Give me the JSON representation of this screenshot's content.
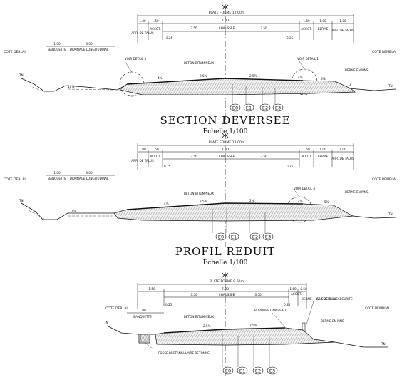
{
  "sections": [
    {
      "plateforme": "PLATE FORME 12.00m",
      "axis_value": "7.00",
      "side_left": "COTE DEBLAI",
      "side_right": "COTE REMBLAI",
      "dims_top": [
        "1.00",
        "1.50",
        "1.50",
        "1.00",
        "1.00"
      ],
      "dims_mid": [
        "3.50",
        "CHAUSSEE",
        "3.50"
      ],
      "zone_labels": [
        "ARR. DE TALUS",
        "ACCOT.",
        "ACCOT.",
        "BERME",
        "ARR. DE TALUS"
      ],
      "small_dims": [
        "0.25",
        "0.25"
      ],
      "ditch_dims": [
        "1.00",
        "3.00"
      ],
      "ditch_labels": [
        "BANQUETTE",
        "DRAINAGE LONGITUDINAL"
      ],
      "detail_left": "VOIR DETAIL 3",
      "detail_right": "VOIR DETAIL 1",
      "beton": "BETON BITUMINEUX",
      "berme_note": "BERME EN MNS",
      "slopes": [
        "4%",
        "2.5%",
        "2.5%",
        "4%",
        "5%",
        "10%",
        "3"
      ],
      "tn": "TN",
      "layers": [
        "E0",
        "E1",
        "E2",
        "E3"
      ],
      "title": "SECTION DEVERSEE",
      "scale": "Echelle 1/100"
    },
    {
      "plateforme": "PLATE FORME 12.00m",
      "axis_value": "7.00",
      "side_left": "COTE DEBLAI",
      "side_right": "COTE REMBLAI",
      "dims_top": [
        "1.00",
        "1.50",
        "1.50",
        "1.00",
        "1.00"
      ],
      "dims_mid": [
        "3.50",
        "CHAUSSEE",
        "3.50"
      ],
      "zone_labels": [
        "ARR. DE TALUS",
        "ACCOT.",
        "ACCOT.",
        "BERME",
        "ARR. DE TALUS"
      ],
      "small_dims": [
        "0.25",
        "0.25"
      ],
      "ditch_dims": [
        "1.00",
        "3.00"
      ],
      "ditch_labels": [
        "BANQUETTE",
        "DRAINAGE LONGITUDINAL"
      ],
      "detail_right": "VOIR DETAIL 4",
      "beton": "BETON BITUMINEUX",
      "berme_note": "BERME EN MNS",
      "slopes": [
        "4%",
        "2.5%",
        "2%",
        "4%",
        "5%",
        "10%"
      ],
      "tn": "TN",
      "layers": [
        "E0",
        "E1",
        "E2",
        "E3"
      ],
      "title": "PROFIL REDUIT",
      "scale": "Echelle 1/100"
    },
    {
      "plateforme": "PLATE FORME 9.60m",
      "axis_value": "7.00",
      "side_left": "COTE DEBLAI",
      "side_right": "COTE REMBLAI",
      "dims_top": [
        "1.50",
        "1.60",
        "0.50"
      ],
      "dims_mid": [
        "3.50",
        "CHAUSSEE",
        "3.50"
      ],
      "small_dims": [
        "0.25",
        "0.25"
      ],
      "ditch_dims": [
        "1.00"
      ],
      "ditch_labels": [
        "BANQUETTE"
      ],
      "accot": "ACCOT.",
      "berme_arr": "BERME + ARR DE TALUS",
      "glissiere": "GLISSIERE DE SECURITE",
      "bordure": "BORDURE CANIVEAU",
      "beton": "BETON BITUMINEUX",
      "berme_note": "BERME EN MNS",
      "fosse": "FOSSE RECTANGULAIRE BETONNE",
      "slopes": [
        "2.5%",
        "2.5%"
      ],
      "tn": "TN",
      "layers": [
        "E0",
        "E1",
        "E2",
        "E3"
      ]
    }
  ]
}
